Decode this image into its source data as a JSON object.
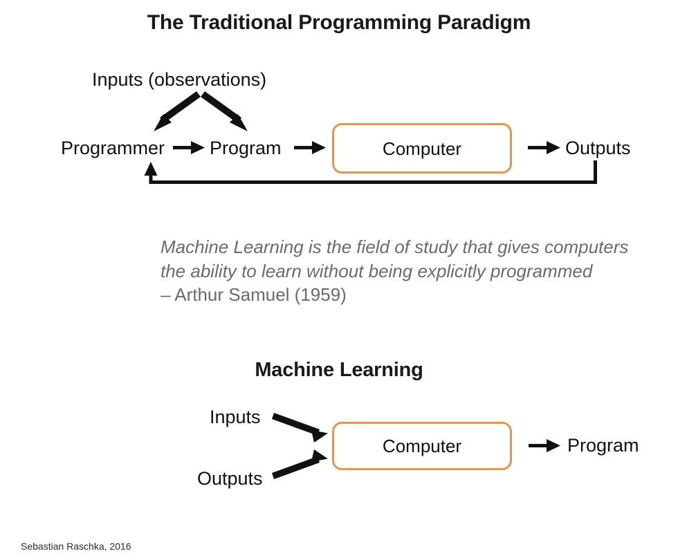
{
  "slide": {
    "title": "The Traditional Programming Paradigm",
    "footer": "Sebastian Raschka, 2016",
    "background_color": "#ffffff",
    "accent_color": "#e8944c",
    "text_color": "#111111",
    "quote_color": "#6b6b6b"
  },
  "traditional_diagram": {
    "inputs_label": "Inputs (observations)",
    "programmer_label": "Programmer",
    "program_label": "Program",
    "computer_label": "Computer",
    "outputs_label": "Outputs"
  },
  "quote": {
    "line1": "Machine Learning is the field of study that gives computers",
    "line2": "the ability to learn without being explicitly programmed",
    "attribution": "– Arthur Samuel (1959)"
  },
  "ml_diagram": {
    "heading": "Machine Learning",
    "inputs_label": "Inputs",
    "outputs_label": "Outputs",
    "computer_label": "Computer",
    "program_label": "Program"
  }
}
